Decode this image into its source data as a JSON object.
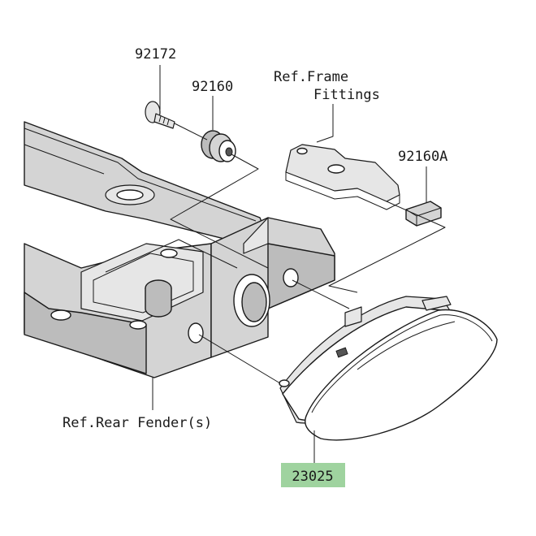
{
  "labels": {
    "part_92172": "92172",
    "part_92160": "92160",
    "part_92160a": "92160A",
    "ref_frame_line1": "Ref.Frame",
    "ref_frame_line2": "Fittings",
    "ref_rear_fender": "Ref.Rear Fender(s)",
    "part_23025": "23025"
  },
  "colors": {
    "highlight_box": "#9fd39f",
    "line": "#1a1a1a",
    "shade": "#d4d4d4"
  }
}
